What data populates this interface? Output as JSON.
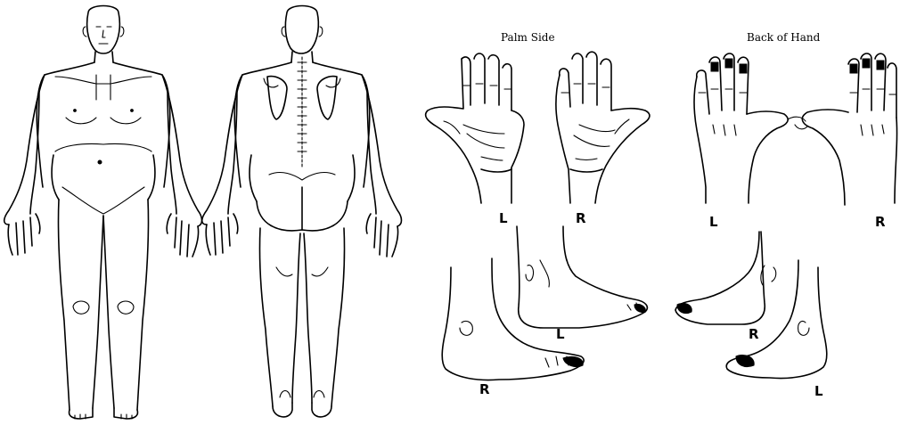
{
  "captions": {
    "palm_side": "Palm Side",
    "back_of_hand": "Back of Hand"
  },
  "labels": {
    "palm_left": "L",
    "palm_right": "R",
    "back_left": "L",
    "back_right": "R",
    "foot_inner_left": "L",
    "foot_inner_right": "R",
    "foot_outer_right": "R",
    "foot_outer_left": "L"
  }
}
